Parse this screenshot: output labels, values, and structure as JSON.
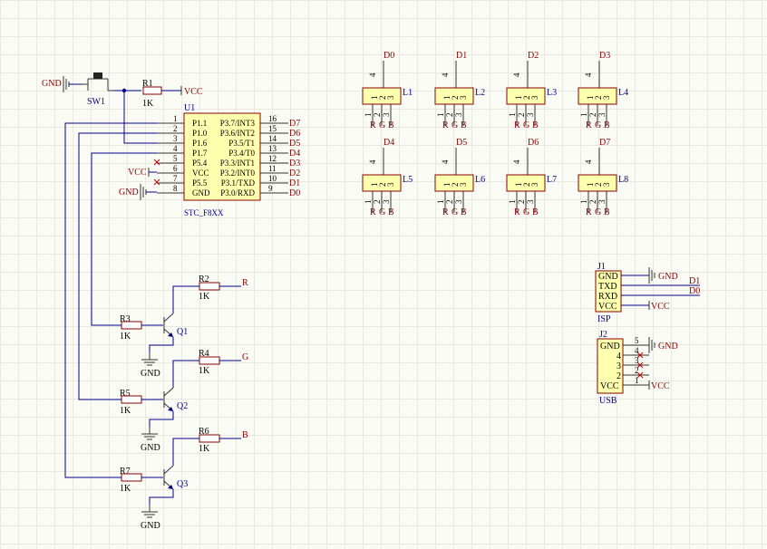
{
  "switch": {
    "ref": "SW1",
    "gnd": "GND"
  },
  "r1": {
    "ref": "R1",
    "value": "1K",
    "net": "VCC"
  },
  "mcu": {
    "ref": "U1",
    "part": "STC_F8XX",
    "left_pins": [
      {
        "num": "1",
        "name": "P1.1"
      },
      {
        "num": "2",
        "name": "P1.0"
      },
      {
        "num": "3",
        "name": "P1.6"
      },
      {
        "num": "4",
        "name": "P1.7"
      },
      {
        "num": "5",
        "name": "P5.4"
      },
      {
        "num": "6",
        "name": "VCC"
      },
      {
        "num": "7",
        "name": "P5.5"
      },
      {
        "num": "8",
        "name": "GND"
      }
    ],
    "right_pins": [
      {
        "num": "16",
        "name": "P3.7/INT3",
        "net": "D7"
      },
      {
        "num": "15",
        "name": "P3.6/INT2",
        "net": "D6"
      },
      {
        "num": "14",
        "name": "P3.5/T1",
        "net": "D5"
      },
      {
        "num": "13",
        "name": "P3.4/T0",
        "net": "D4"
      },
      {
        "num": "12",
        "name": "P3.3/INT1",
        "net": "D3"
      },
      {
        "num": "11",
        "name": "P3.2/INT0",
        "net": "D2"
      },
      {
        "num": "10",
        "name": "P3.1/TXD",
        "net": "D1"
      },
      {
        "num": "9",
        "name": "P3.0/RXD",
        "net": "D0"
      }
    ],
    "vcc_net": "VCC",
    "gnd_net": "GND"
  },
  "leds": [
    {
      "ref": "L1",
      "net": "D0"
    },
    {
      "ref": "L2",
      "net": "D1"
    },
    {
      "ref": "L3",
      "net": "D2"
    },
    {
      "ref": "L4",
      "net": "D3"
    },
    {
      "ref": "L5",
      "net": "D4"
    },
    {
      "ref": "L6",
      "net": "D5"
    },
    {
      "ref": "L7",
      "net": "D6"
    },
    {
      "ref": "L8",
      "net": "D7"
    }
  ],
  "led_pin": {
    "top": "4",
    "p1": "1",
    "p2": "2",
    "p3": "3",
    "bot1": "1",
    "bot2": "2",
    "bot3": "3",
    "r": "R",
    "g": "G",
    "b": "B"
  },
  "drivers": [
    {
      "rc": "R2",
      "rc_val": "1K",
      "net": "R",
      "rb": "R3",
      "rb_val": "1K",
      "q": "Q1",
      "gnd": "GND"
    },
    {
      "rc": "R4",
      "rc_val": "1K",
      "net": "G",
      "rb": "R5",
      "rb_val": "1K",
      "q": "Q2",
      "gnd": "GND"
    },
    {
      "rc": "R6",
      "rc_val": "1K",
      "net": "B",
      "rb": "R7",
      "rb_val": "1K",
      "q": "Q3",
      "gnd": "GND"
    }
  ],
  "isp": {
    "ref": "J1",
    "label": "ISP",
    "pins": [
      {
        "name": "GND",
        "net": "GND"
      },
      {
        "name": "TXD",
        "net": "D1"
      },
      {
        "name": "RXD",
        "net": "D0"
      },
      {
        "name": "VCC",
        "net": "VCC"
      }
    ]
  },
  "usb": {
    "ref": "J2",
    "label": "USB",
    "pins": [
      {
        "name": "GND",
        "num": "5",
        "net": "GND"
      },
      {
        "name": "4",
        "num": "4"
      },
      {
        "name": "3",
        "num": "3"
      },
      {
        "name": "2",
        "num": "2"
      },
      {
        "name": "VCC",
        "num": "1",
        "net": "VCC"
      }
    ]
  }
}
